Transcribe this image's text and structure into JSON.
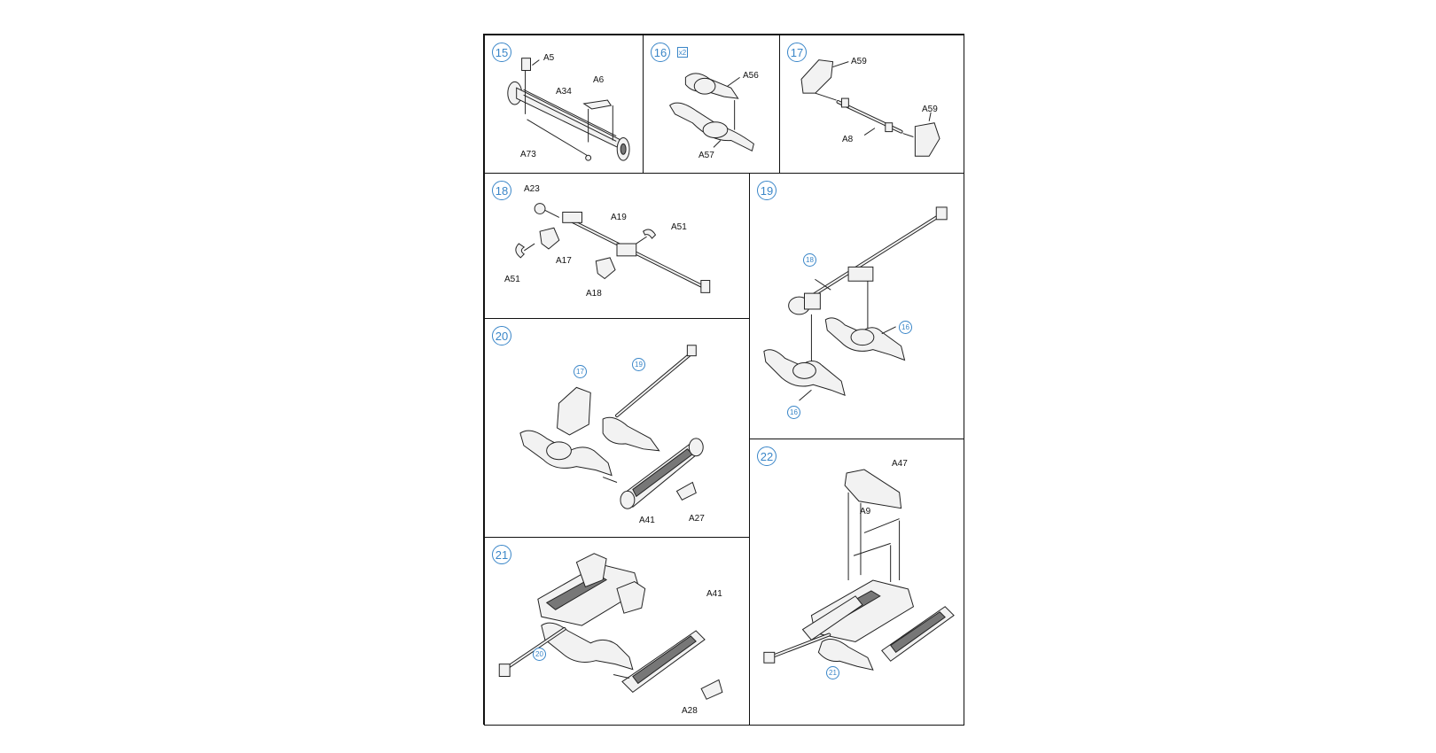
{
  "steps": {
    "s15": {
      "number": "15",
      "labels": [
        "A5",
        "A6",
        "A34",
        "A73"
      ]
    },
    "s16": {
      "number": "16",
      "qty": "x2",
      "labels": [
        "A56",
        "A57"
      ]
    },
    "s17": {
      "number": "17",
      "labels": [
        "A59",
        "A59",
        "A8"
      ]
    },
    "s18": {
      "number": "18",
      "labels": [
        "A23",
        "A19",
        "A51",
        "A17",
        "A51",
        "A18"
      ]
    },
    "s19": {
      "number": "19",
      "refs": [
        "18",
        "16",
        "16"
      ]
    },
    "s20": {
      "number": "20",
      "refs": [
        "17",
        "19"
      ],
      "labels": [
        "A41",
        "A27"
      ]
    },
    "s21": {
      "number": "21",
      "refs": [
        "20"
      ],
      "labels": [
        "A41",
        "A28"
      ]
    },
    "s22": {
      "number": "22",
      "refs": [
        "21"
      ],
      "labels": [
        "A47",
        "A9"
      ]
    }
  },
  "colors": {
    "step_circle": "#3a86c8",
    "line": "#222222",
    "part_fill": "#f2f2f2"
  },
  "icons": [
    "step-number-circle",
    "quantity-box",
    "assembly-arrow"
  ]
}
